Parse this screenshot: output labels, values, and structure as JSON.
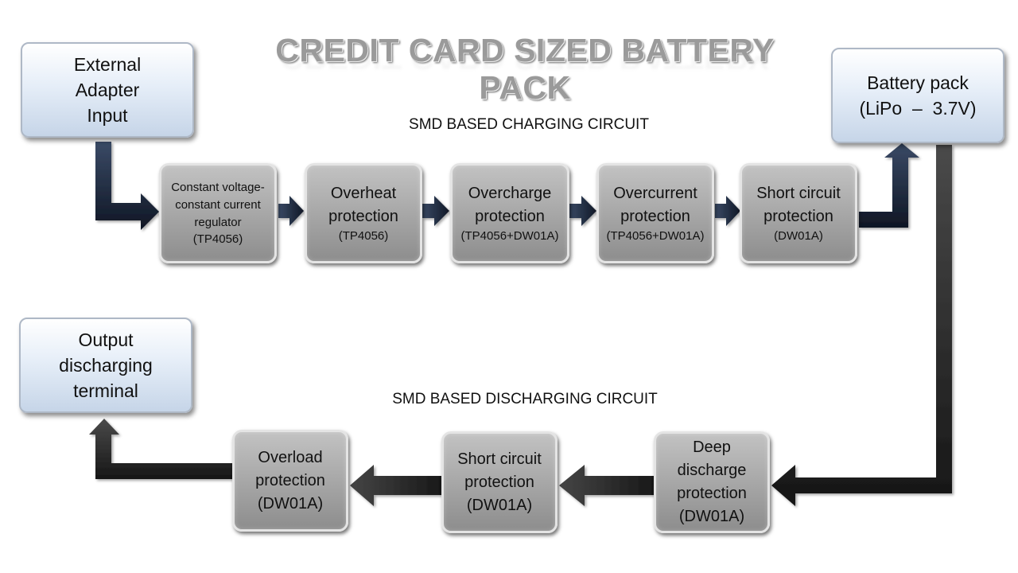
{
  "title": "CREDIT CARD SIZED BATTERY PACK",
  "sections": {
    "charging": "SMD BASED CHARGING CIRCUIT",
    "discharging": "SMD BASED DISCHARGING CIRCUIT"
  },
  "nodes": {
    "external_adapter": [
      "External",
      "Adapter",
      "Input"
    ],
    "battery_pack": [
      "Battery pack",
      "(LiPo  –  3.7V)"
    ],
    "output_terminal": [
      "Output",
      "discharging",
      "terminal"
    ]
  },
  "charging_blocks": [
    {
      "lines": [
        "Constant voltage-",
        "constant current",
        "regulator"
      ],
      "chip": "(TP4056)"
    },
    {
      "lines": [
        "Overheat",
        "protection"
      ],
      "chip": "(TP4056)"
    },
    {
      "lines": [
        "Overcharge",
        "protection"
      ],
      "chip": "(TP4056+DW01A)"
    },
    {
      "lines": [
        "Overcurrent",
        "protection"
      ],
      "chip": "(TP4056+DW01A)"
    },
    {
      "lines": [
        "Short circuit",
        "protection"
      ],
      "chip": "(DW01A)"
    }
  ],
  "discharging_blocks": [
    {
      "lines": [
        "Deep",
        "discharge",
        "protection"
      ],
      "chip": "(DW01A)"
    },
    {
      "lines": [
        "Short circuit",
        "protection"
      ],
      "chip": "(DW01A)"
    },
    {
      "lines": [
        "Overload",
        "protection"
      ],
      "chip": "(DW01A)"
    }
  ],
  "colors": {
    "charging_arrow": "#1e2838",
    "discharging_arrow": "#2b2b2b",
    "light_box": "#dce6f2",
    "dark_box": "#9a9a9a",
    "title": "#9a9a9a"
  }
}
